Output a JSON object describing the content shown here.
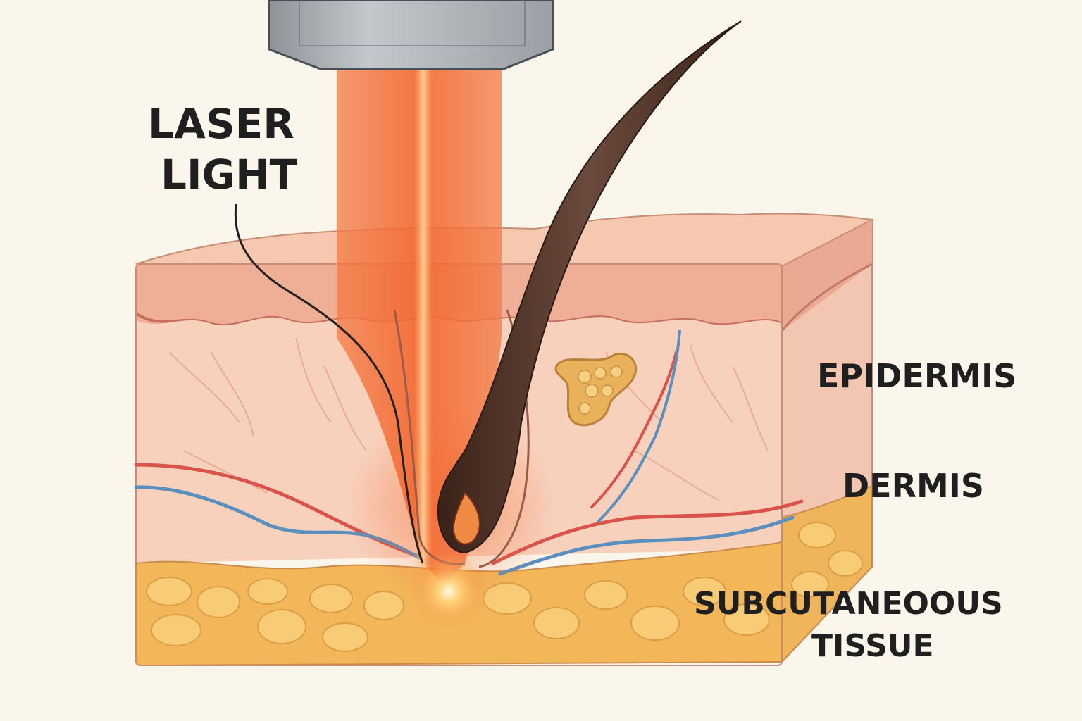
{
  "labels": {
    "laser_line1": "LASER",
    "laser_line2": "LIGHT",
    "epidermis": "EPIDERMIS",
    "dermis": "DERMIS",
    "subcutaneous_line1": "SUBCUTANEOOUS",
    "subcutaneous_line2": "TISSUE"
  },
  "colors": {
    "background": "#fbf6ec",
    "laser_beam": "#f2662e",
    "laser_core": "#ffb070",
    "epidermis": "#f1b59c",
    "dermis": "#f7cdb8",
    "subcutaneous_fat": "#f4bb5c",
    "hair": "#4a2f24",
    "artery": "#d9534a",
    "vein": "#5b8fbd",
    "device": "#a9aeb3"
  },
  "icons": [
    "laser-device-icon",
    "hair-follicle-icon",
    "sebaceous-gland-icon",
    "blood-vessel-icon",
    "fat-cells-icon"
  ]
}
